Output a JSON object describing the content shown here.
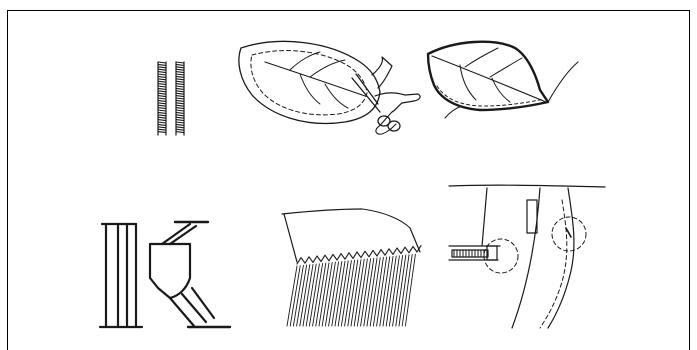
{
  "figure": {
    "panels": [
      {
        "id": "bar-tack-stitch"
      },
      {
        "id": "leaf-applique-trimming"
      },
      {
        "id": "leaf-applique-finished"
      },
      {
        "id": "bar-tack-reinforcement"
      },
      {
        "id": "fringe-hem"
      },
      {
        "id": "pocket-bar-tacks"
      }
    ]
  },
  "colors": {
    "ink": "#1a1a1a",
    "background": "#ffffff",
    "frame": "#000000"
  }
}
